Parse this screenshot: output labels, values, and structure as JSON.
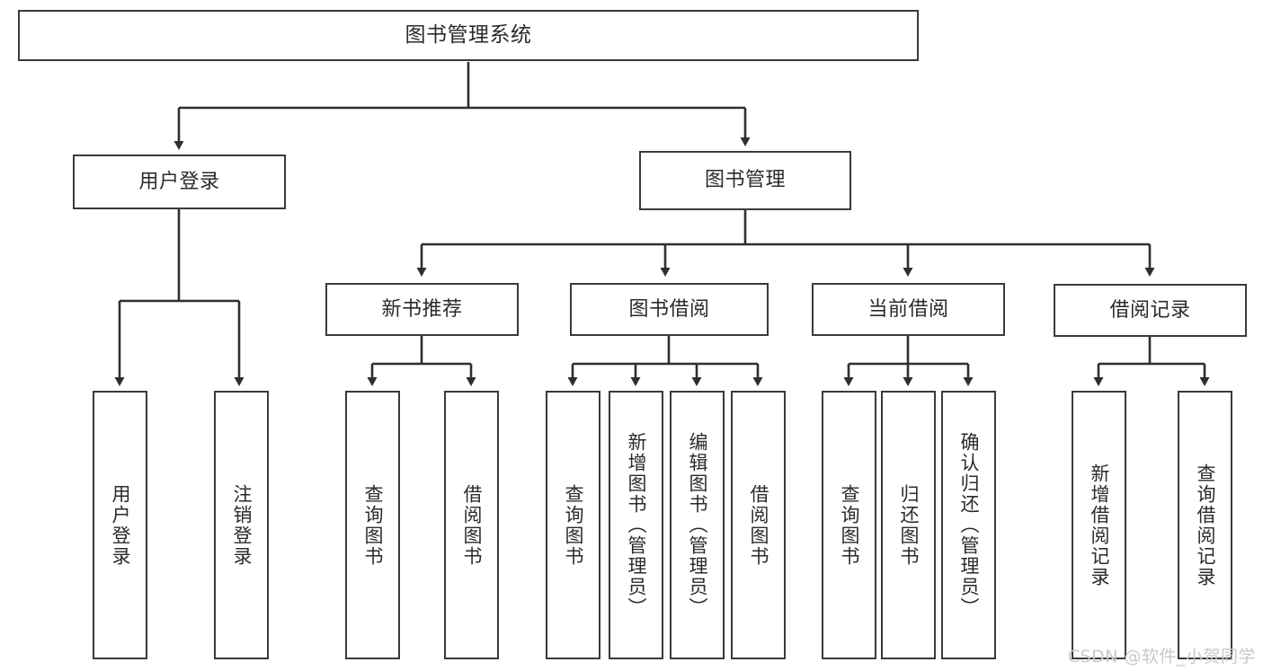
{
  "diagram": {
    "type": "tree-hierarchy",
    "title": "图书管理系统",
    "stroke_color": "#3a3a3a",
    "text_color": "#2b2b2b",
    "background": "#ffffff",
    "watermark": "CSDN @软件_小贺同学"
  },
  "root": {
    "label": "图书管理系统"
  },
  "level2": [
    {
      "label": "用户登录"
    },
    {
      "label": "图书管理"
    }
  ],
  "level3": [
    {
      "label": "新书推荐"
    },
    {
      "label": "图书借阅"
    },
    {
      "label": "当前借阅"
    },
    {
      "label": "借阅记录"
    }
  ],
  "leaves": {
    "user_login": [
      {
        "label": "用户登录"
      },
      {
        "label": "注销登录"
      }
    ],
    "new_book": [
      {
        "label": "查询图书"
      },
      {
        "label": "借阅图书"
      }
    ],
    "book_borrow": [
      {
        "label": "查询图书"
      },
      {
        "label": "新增图书（管理员）"
      },
      {
        "label": "编辑图书（管理员）"
      },
      {
        "label": "借阅图书"
      }
    ],
    "current_borrow": [
      {
        "label": "查询图书"
      },
      {
        "label": "归还图书"
      },
      {
        "label": "确认归还（管理员）"
      }
    ],
    "borrow_record": [
      {
        "label": "新增借阅记录"
      },
      {
        "label": "查询借阅记录"
      }
    ]
  }
}
